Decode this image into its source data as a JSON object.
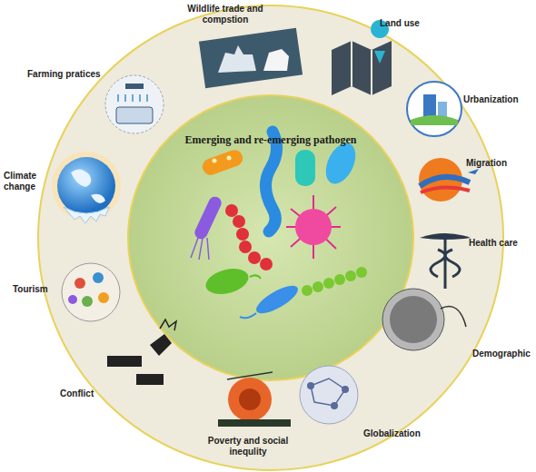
{
  "diagram": {
    "nodes": [
      {
        "text": [
          "Emerging and re-emerging pathogen"
        ]
      }
    ],
    "labels": [
      "Wildlife trade and compstion",
      "Land use",
      "Urbanization",
      "Migration",
      "Health care",
      "Demographic",
      "Globalization",
      "Poverty and social inequlity",
      "Conflict",
      "Tourism",
      "Climate change",
      "Farming pratices"
    ]
  }
}
